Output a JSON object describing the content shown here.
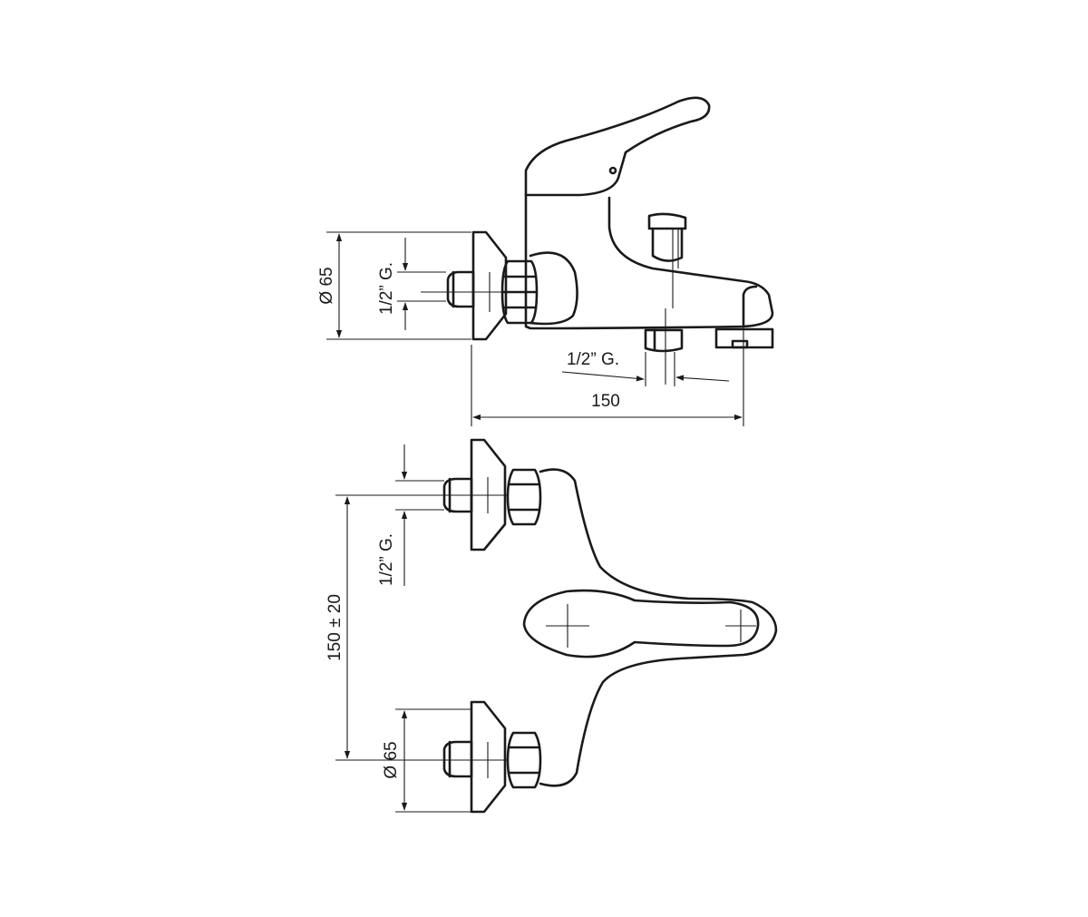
{
  "labels": {
    "side_flange_diameter": "Ø 65",
    "side_inlet_thread": "1/2” G.",
    "side_outlet_thread": "1/2” G.",
    "side_length": "150",
    "top_inlet_thread": "1/2” G.",
    "top_center_distance": "150 ± 20",
    "top_flange_diameter": "Ø 65"
  },
  "colors": {
    "line": "#1a1a1a",
    "background": "#ffffff"
  }
}
